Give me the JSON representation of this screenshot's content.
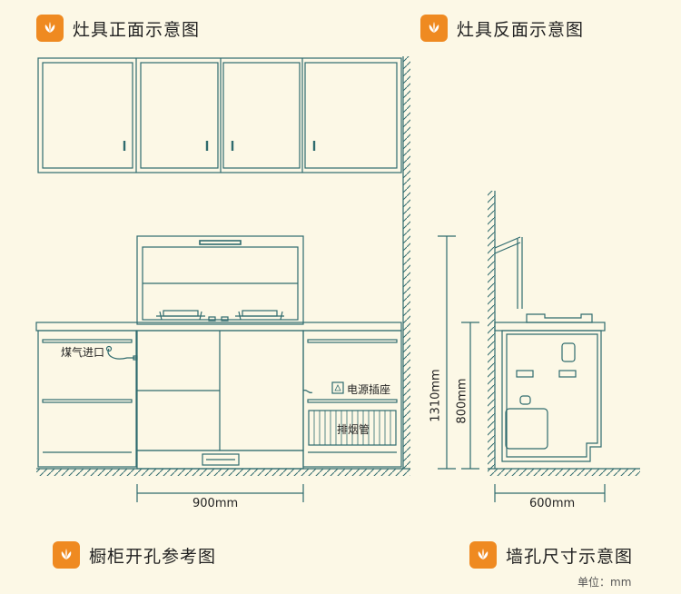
{
  "headings": {
    "front": "灶具正面示意图",
    "back": "灶具反面示意图",
    "cabinet": "橱柜开孔参考图",
    "wall": "墙孔尺寸示意图"
  },
  "labels": {
    "gas_inlet": "煤气进口",
    "power_socket": "电源插座",
    "exhaust_pipe": "排烟管"
  },
  "dimensions": {
    "width_front": "900mm",
    "height_total": "1310mm",
    "height_counter": "800mm",
    "depth_side": "600mm"
  },
  "unit_note": "单位：mm",
  "colors": {
    "background": "#fcf8e6",
    "line": "#2f6b6e",
    "badge": "#ef8a21"
  },
  "icons": [
    "flame-leaf-icon"
  ]
}
